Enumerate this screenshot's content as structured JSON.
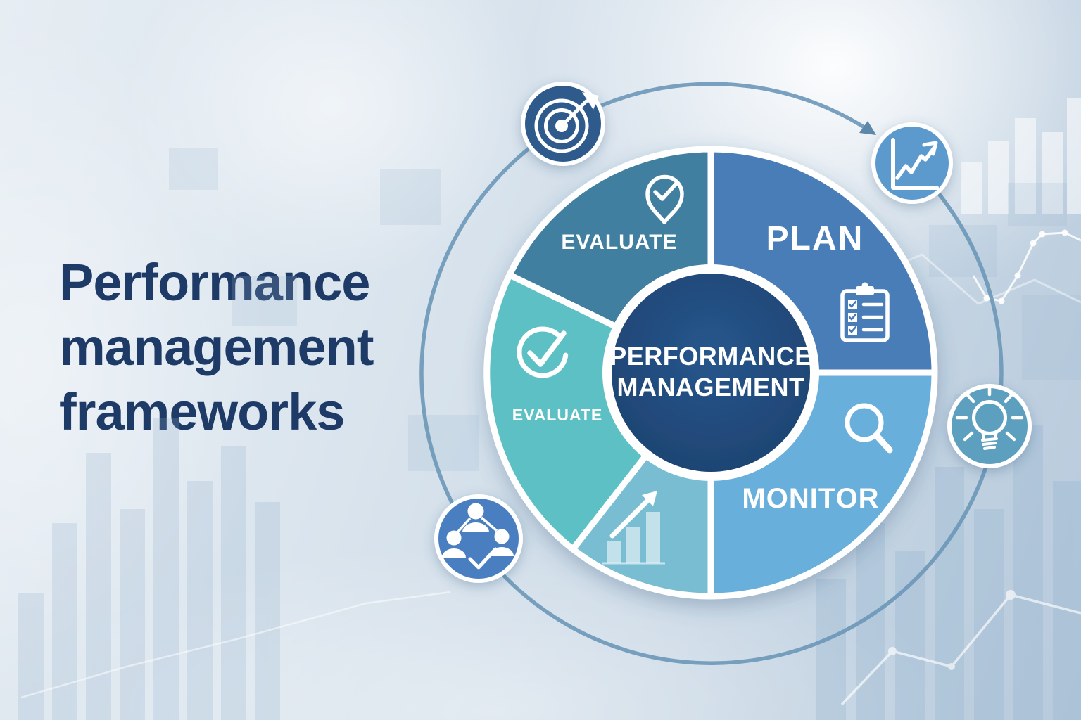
{
  "title": {
    "lines": [
      "Performance",
      "management",
      "frameworks"
    ],
    "color": "#1e3a66"
  },
  "hub": {
    "line1": "PERFORMANCE",
    "line2": "MANAGEMENT",
    "color": "#1d4471"
  },
  "segments": [
    {
      "id": "plan",
      "label": "PLAN",
      "color": "#4a7db8",
      "icon": "clipboard-checklist-icon"
    },
    {
      "id": "evaluate_top",
      "label": "EVALUATE",
      "color": "#417fa0",
      "icon": "pin-check-icon"
    },
    {
      "id": "evaluate_left",
      "label": "EVALUATE",
      "color": "#5cc0c4",
      "icon": "circle-check-icon"
    },
    {
      "id": "growth",
      "label": "",
      "color": "#79bdd3",
      "icon": "growth-bars-arrow-icon"
    },
    {
      "id": "monitor",
      "label": "MONITOR",
      "color": "#68afdc",
      "icon": "magnifier-icon"
    }
  ],
  "satellites": [
    {
      "id": "target",
      "icon": "target-icon",
      "color": "#2d5a8c"
    },
    {
      "id": "chart",
      "icon": "line-chart-icon",
      "color": "#5b9ace"
    },
    {
      "id": "idea",
      "icon": "lightbulb-icon",
      "color": "#5d9fbe"
    },
    {
      "id": "team",
      "icon": "team-network-icon",
      "color": "#4a7fc0"
    }
  ],
  "orbit": {
    "color": "#6b97b8"
  },
  "background": {
    "top": "#e6edf3",
    "bottom": "#b7cadc",
    "accent_bars": "#8facc9"
  }
}
